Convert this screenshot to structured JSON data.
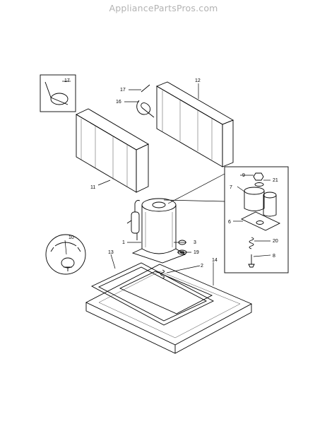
{
  "watermark": "AppliancePartsPros.com",
  "callouts": {
    "c1": "1",
    "c2": "2",
    "c3": "3",
    "c6": "6",
    "c7": "7",
    "c8": "8",
    "c9": "9",
    "c10": "10",
    "c11": "11",
    "c12": "12",
    "c13": "13",
    "c14": "14",
    "c16": "16",
    "c17a": "17",
    "c17b": "17",
    "c19": "19",
    "c20": "20",
    "c21": "21"
  }
}
